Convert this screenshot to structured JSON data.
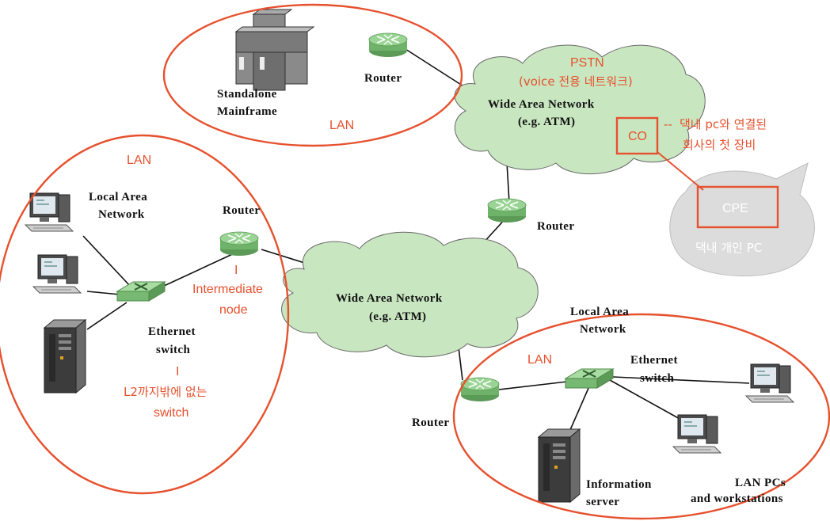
{
  "colors": {
    "annotation": "#e6512e",
    "cloud_fill": "#c8e6c0",
    "device_green": "#8fcf8a",
    "bubble_fill": "#dcdcdc"
  },
  "mainframe": {
    "label_line1": "Standalone",
    "label_line2": "Mainframe",
    "icon": "mainframe-icon"
  },
  "routers": {
    "top": "Router",
    "middle": "Router",
    "left": "Router",
    "bottom": "Router"
  },
  "wan_top": {
    "line1": "Wide Area Network",
    "line2": "(e.g. ATM)",
    "note_line1": "PSTN",
    "note_line2": "(voice 전용 네트워크)",
    "co_box": "CO",
    "co_note_prefix": "--",
    "co_note_line1": "댁내 pc와 연결된",
    "co_note_line2": "회사의 첫 장비"
  },
  "wan_center": {
    "line1": "Wide Area Network",
    "line2": "(e.g. ATM)"
  },
  "bubble": {
    "cpe_box": "CPE",
    "caption": "댁내 개인 PC"
  },
  "lan_top": {
    "tag": "LAN"
  },
  "lan_left": {
    "tag": "LAN",
    "title_line1": "Local Area",
    "title_line2": "Network",
    "switch_line1": "Ethernet",
    "switch_line2": "switch",
    "switch_bar": "I",
    "switch_note_line1": "L2까지밖에 없는",
    "switch_note_line2": "switch",
    "router_bar": "I",
    "router_note_line1": "Intermediate",
    "router_note_line2": "node"
  },
  "lan_right": {
    "tag": "LAN",
    "title_line1": "Local Area",
    "title_line2": "Network",
    "switch_line1": "Ethernet",
    "switch_line2": "switch",
    "server_line1": "Information",
    "server_line2": "server",
    "pcs_line1": "LAN PCs",
    "pcs_line2": "and workstations"
  }
}
